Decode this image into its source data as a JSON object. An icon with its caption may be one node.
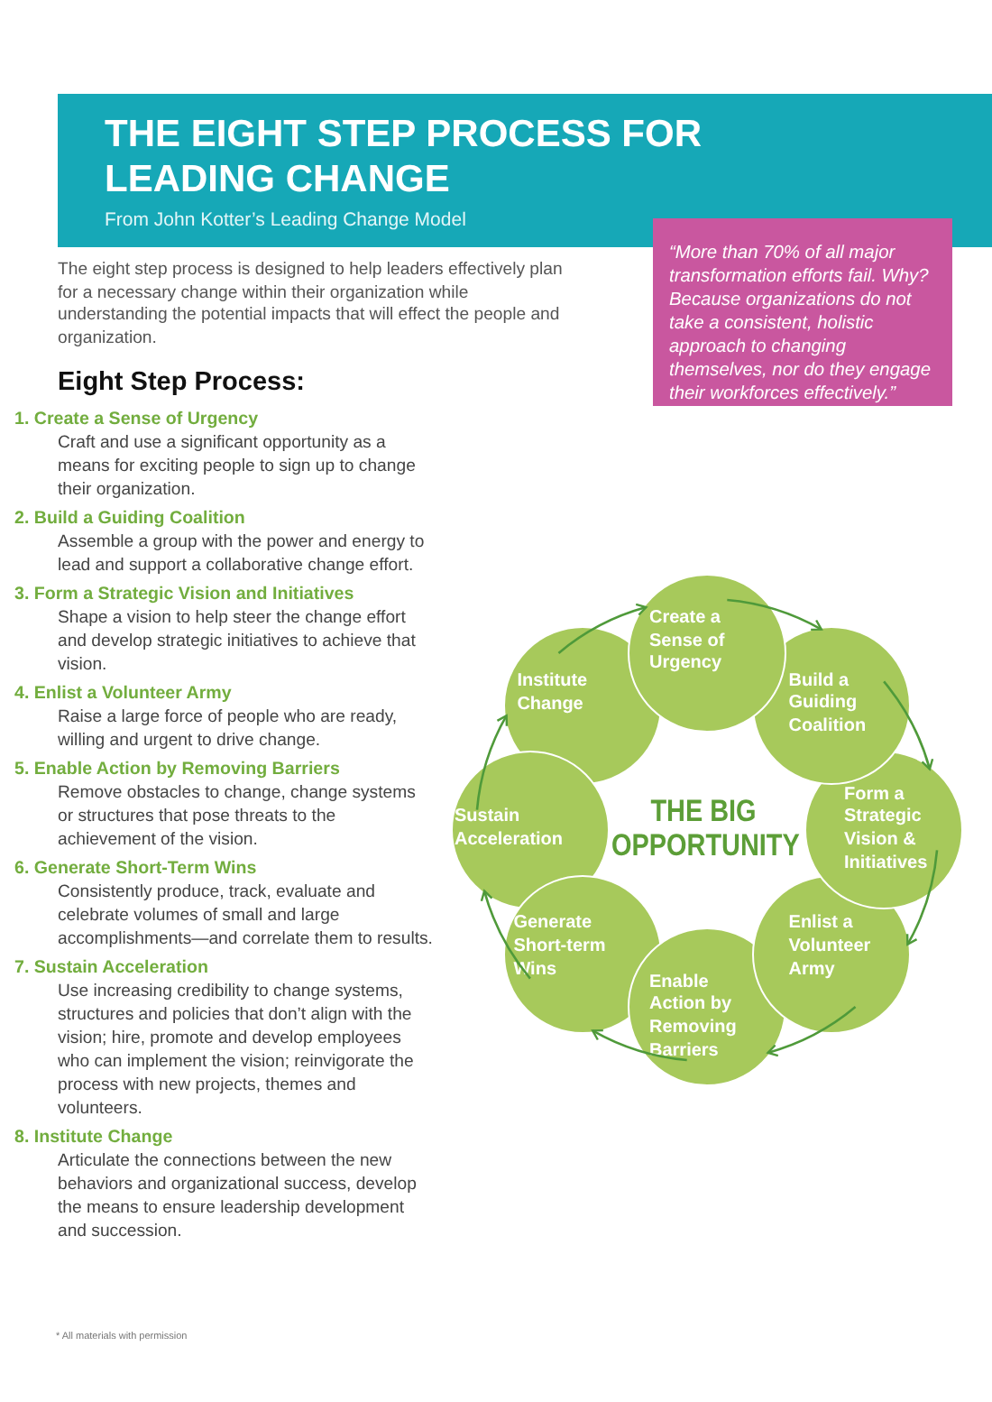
{
  "diagram": {
    "title": "THE EIGHT STEP PROCESS FOR LEADING CHANGE",
    "nodes": [
      {
        "text": [
          "“More than 70% of all major transformation efforts fail. Why? Because organizations do not take a consistent, holistic approach to changing themselves, nor do they engage their workforces effectively.”"
        ]
      },
      {
        "text": [
          "Create a Sense of Urgency"
        ]
      },
      {
        "text": [
          "Build a Guiding Coalition"
        ]
      },
      {
        "text": [
          "Form a Strategic Vision & Initiatives"
        ]
      },
      {
        "text": [
          "Enlist a Volunteer Army"
        ]
      },
      {
        "text": [
          "Enable Action by Removing Barriers"
        ]
      },
      {
        "text": [
          "Generate Short-term Wins"
        ]
      },
      {
        "text": [
          "Sustain Acceleration"
        ]
      },
      {
        "text": [
          "Institute Change"
        ]
      }
    ],
    "edges": [
      {
        "from": 1,
        "to": 2,
        "arrow": "to"
      },
      {
        "from": 2,
        "to": 3,
        "arrow": "to"
      },
      {
        "from": 3,
        "to": 4,
        "arrow": "to"
      },
      {
        "from": 4,
        "to": 5,
        "arrow": "to"
      },
      {
        "from": 5,
        "to": 6,
        "arrow": "to"
      },
      {
        "from": 6,
        "to": 7,
        "arrow": "to"
      },
      {
        "from": 7,
        "to": 8,
        "arrow": "to"
      },
      {
        "from": 8,
        "to": 1,
        "arrow": "to"
      }
    ],
    "labels": [
      "From John Kotter’s Leading Change Model",
      "The eight step process is designed to help leaders effectively plan for a necessary change within their organization while understanding the potential impacts that will effect the people and organization.",
      "Eight Step Process:",
      "1. Create a Sense of Urgency",
      "Craft and use a significant opportunity as a means for exciting people to sign up to change their organization.",
      "2. Build a Guiding Coalition",
      "Assemble a group with the power and energy to lead and support a collaborative change effort.",
      "3. Form a Strategic Vision and Initiatives",
      "Shape a vision to help steer the change effort and develop strategic initiatives to achieve that vision.",
      "4. Enlist a Volunteer Army",
      "Raise a large force of people who are ready, willing and urgent to drive change.",
      "5. Enable Action by Removing Barriers",
      "Remove obstacles to change, change systems or structures that pose threats to the achievement of the vision.",
      "6. Generate Short-Term Wins",
      "Consistently produce, track, evaluate and celebrate volumes of small and large accomplishments—and correlate them to results.",
      "7. Sustain Acceleration",
      "Use increasing credibility to change systems, structures and policies that don’t align with the vision; hire, promote and develop employees who can implement the vision; reinvigorate the process with new projects, themes and volunteers.",
      "8. Institute Change",
      "Articulate the connections between the new behaviors and organizational success, develop the means to ensure leadership development and succession.",
      "THE BIG OPPORTUNITY",
      "* All materials with permission"
    ]
  }
}
